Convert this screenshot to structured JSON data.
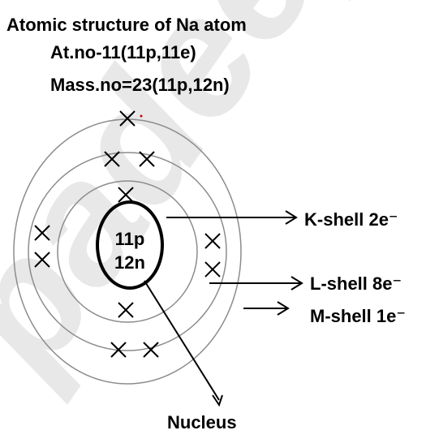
{
  "title_lines": [
    "Atomic structure of Na atom",
    "At.no-11(11p,11e)",
    "Mass.no=23(11p,12n)"
  ],
  "nucleus": {
    "protons_label": "11p",
    "neutrons_label": "12n",
    "caption": "Nucleus"
  },
  "shells": [
    {
      "name": "K-shell",
      "electrons": 2,
      "label": "K-shell 2e⁻"
    },
    {
      "name": "L-shell",
      "electrons": 8,
      "label": "L-shell 8e⁻"
    },
    {
      "name": "M-shell",
      "electrons": 1,
      "label": "M-shell 1e⁻"
    }
  ],
  "watermark_text": "padeep",
  "colors": {
    "line": "#000000",
    "orbit": "#8c8c8c",
    "watermark": "#e6e6e6"
  }
}
